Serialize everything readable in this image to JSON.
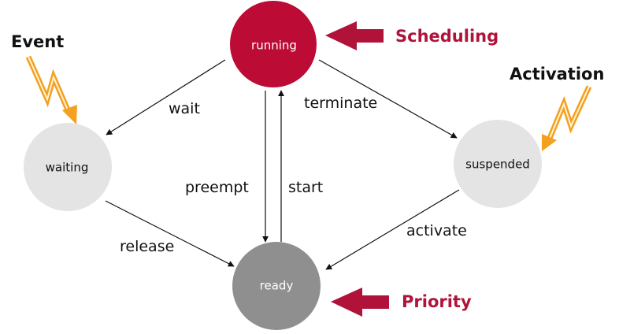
{
  "colors": {
    "accent": "#b0123a",
    "running_fill": "#bc0b35",
    "state_light": "#e4e4e4",
    "ready_fill": "#8f8f8f",
    "lightning": "#f4a020"
  },
  "states": {
    "running": "running",
    "waiting": "waiting",
    "suspended": "suspended",
    "ready": "ready"
  },
  "transitions": {
    "wait": "wait",
    "terminate": "terminate",
    "preempt": "preempt",
    "start": "start",
    "release": "release",
    "activate": "activate"
  },
  "triggers": {
    "scheduling": "Scheduling",
    "priority": "Priority",
    "event": "Event",
    "activation": "Activation"
  },
  "icons": [
    "lightning-icon",
    "arrow-right-icon"
  ]
}
